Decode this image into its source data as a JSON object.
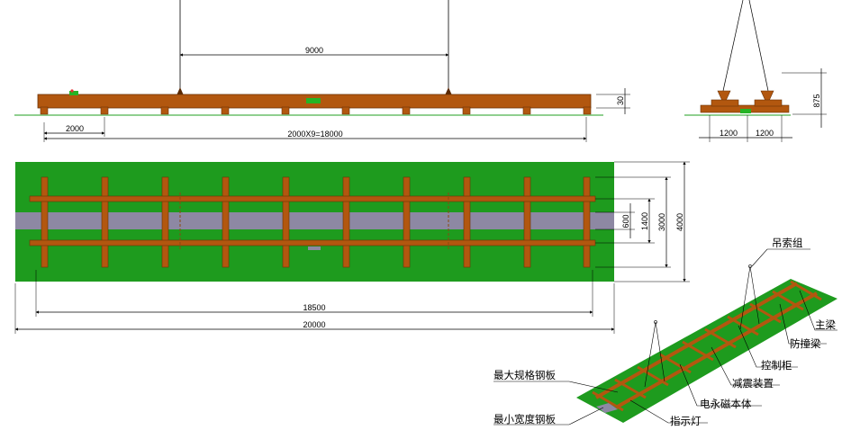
{
  "dimensions": {
    "hook_spacing": "9000",
    "beam_height": "30",
    "leg_spacing": "2000",
    "total_length_side": "2000X9=18000",
    "end_height": "875",
    "end_half_left": "1200",
    "end_half_right": "1200",
    "inner_width": "600",
    "rail_spacing": "1400",
    "mid_width": "3000",
    "outer_width": "4000",
    "rail_length": "18500",
    "plate_length": "20000"
  },
  "labels": {
    "sling_group": "吊索组",
    "main_beam": "主梁",
    "anti_collision_beam": "防撞梁",
    "control_cabinet": "控制柜",
    "damping_device": "减震装置",
    "magnet_body": "电永磁本体",
    "indicator_light": "指示灯",
    "max_plate": "最大规格钢板",
    "min_plate": "最小宽度钢板"
  },
  "colors": {
    "beam": "#b2570f",
    "beam_dark": "#6b3206",
    "plate_green": "#1e9b1e",
    "strip": "#8d88a3",
    "ground": "#8fcf8f"
  }
}
